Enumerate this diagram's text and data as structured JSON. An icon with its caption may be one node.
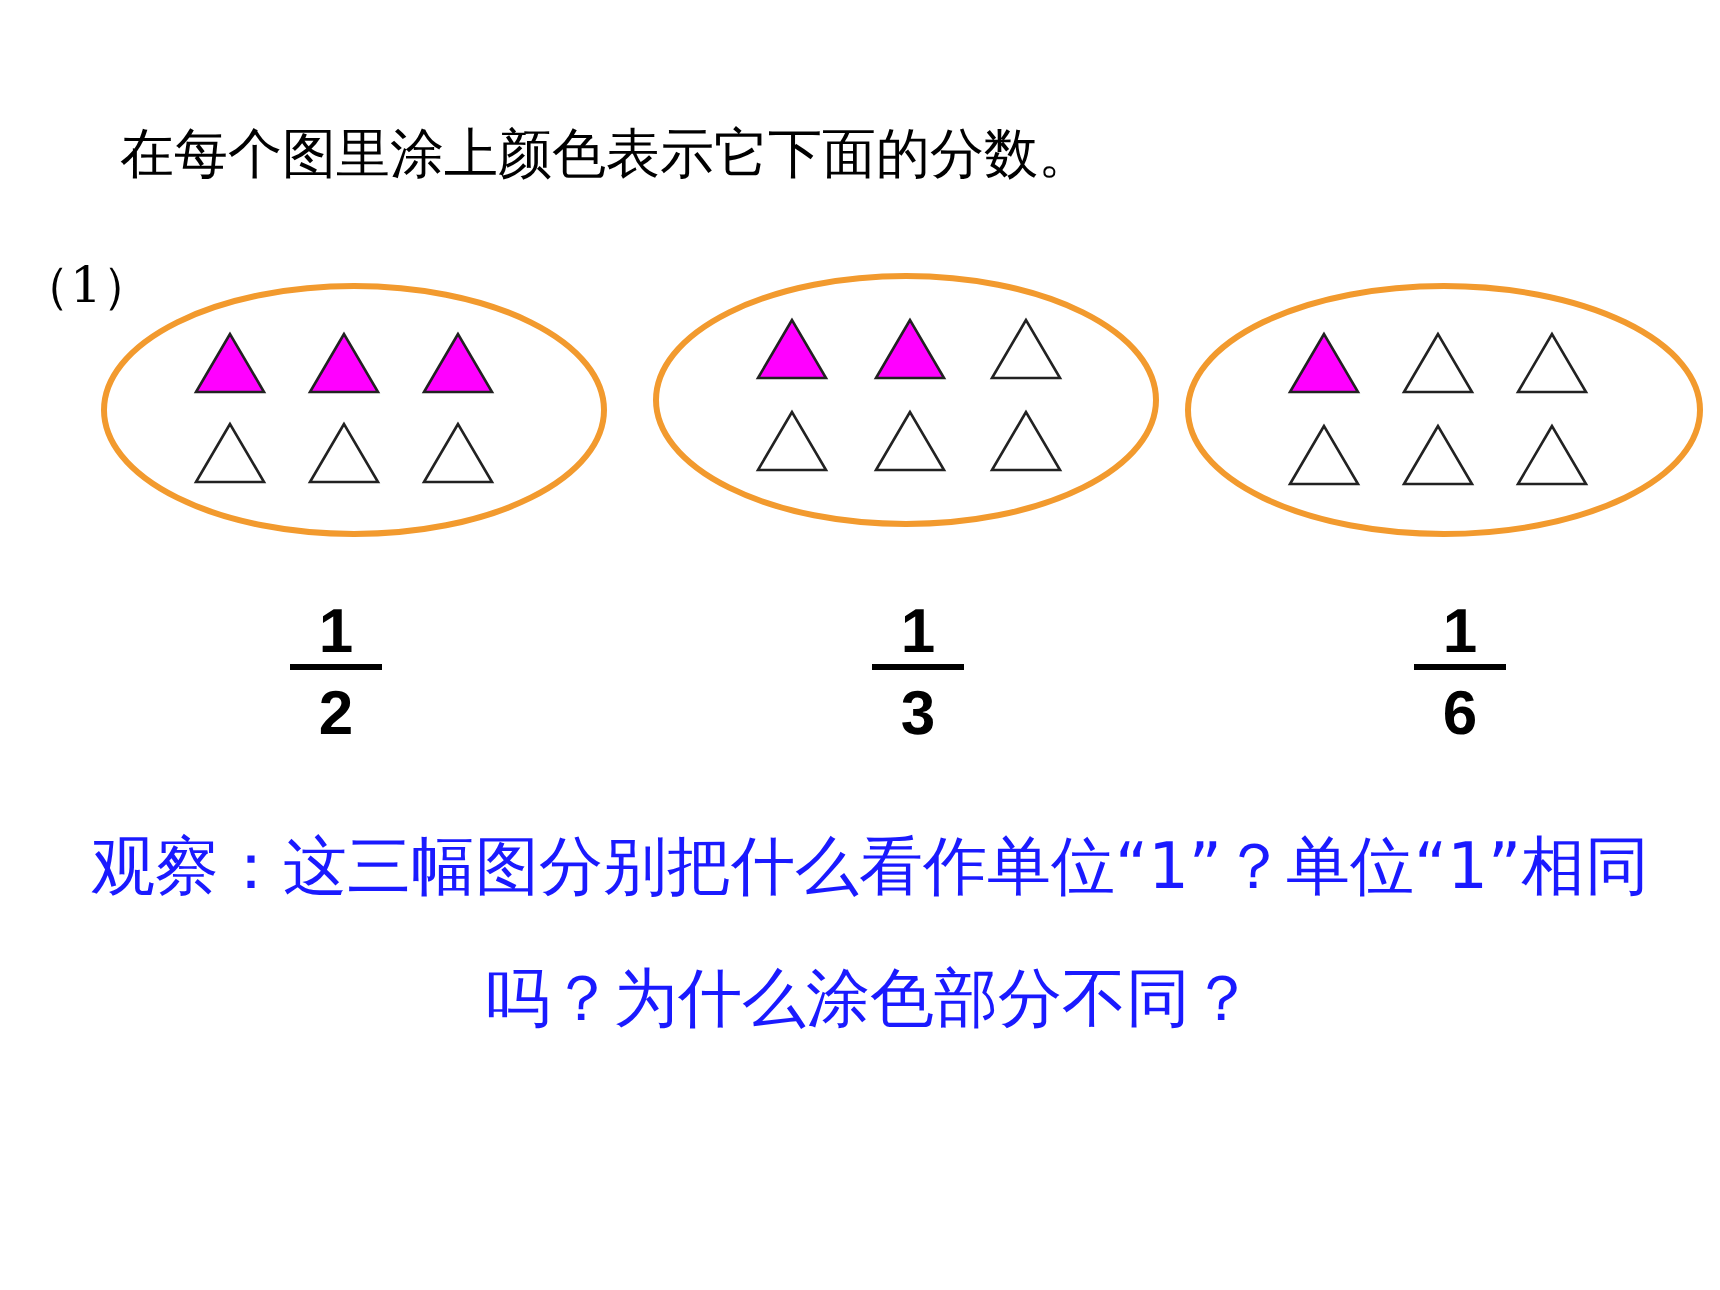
{
  "diagram": {
    "title": "在每个图里涂上颜色表示它下面的分数。",
    "labels": [
      "（1）",
      "1",
      "1",
      "1",
      "2",
      "3",
      "6",
      "观察：这三幅图分别把什么看作单位“1”？单位“1”相同吗？为什么涂色部分不同？"
    ]
  }
}
